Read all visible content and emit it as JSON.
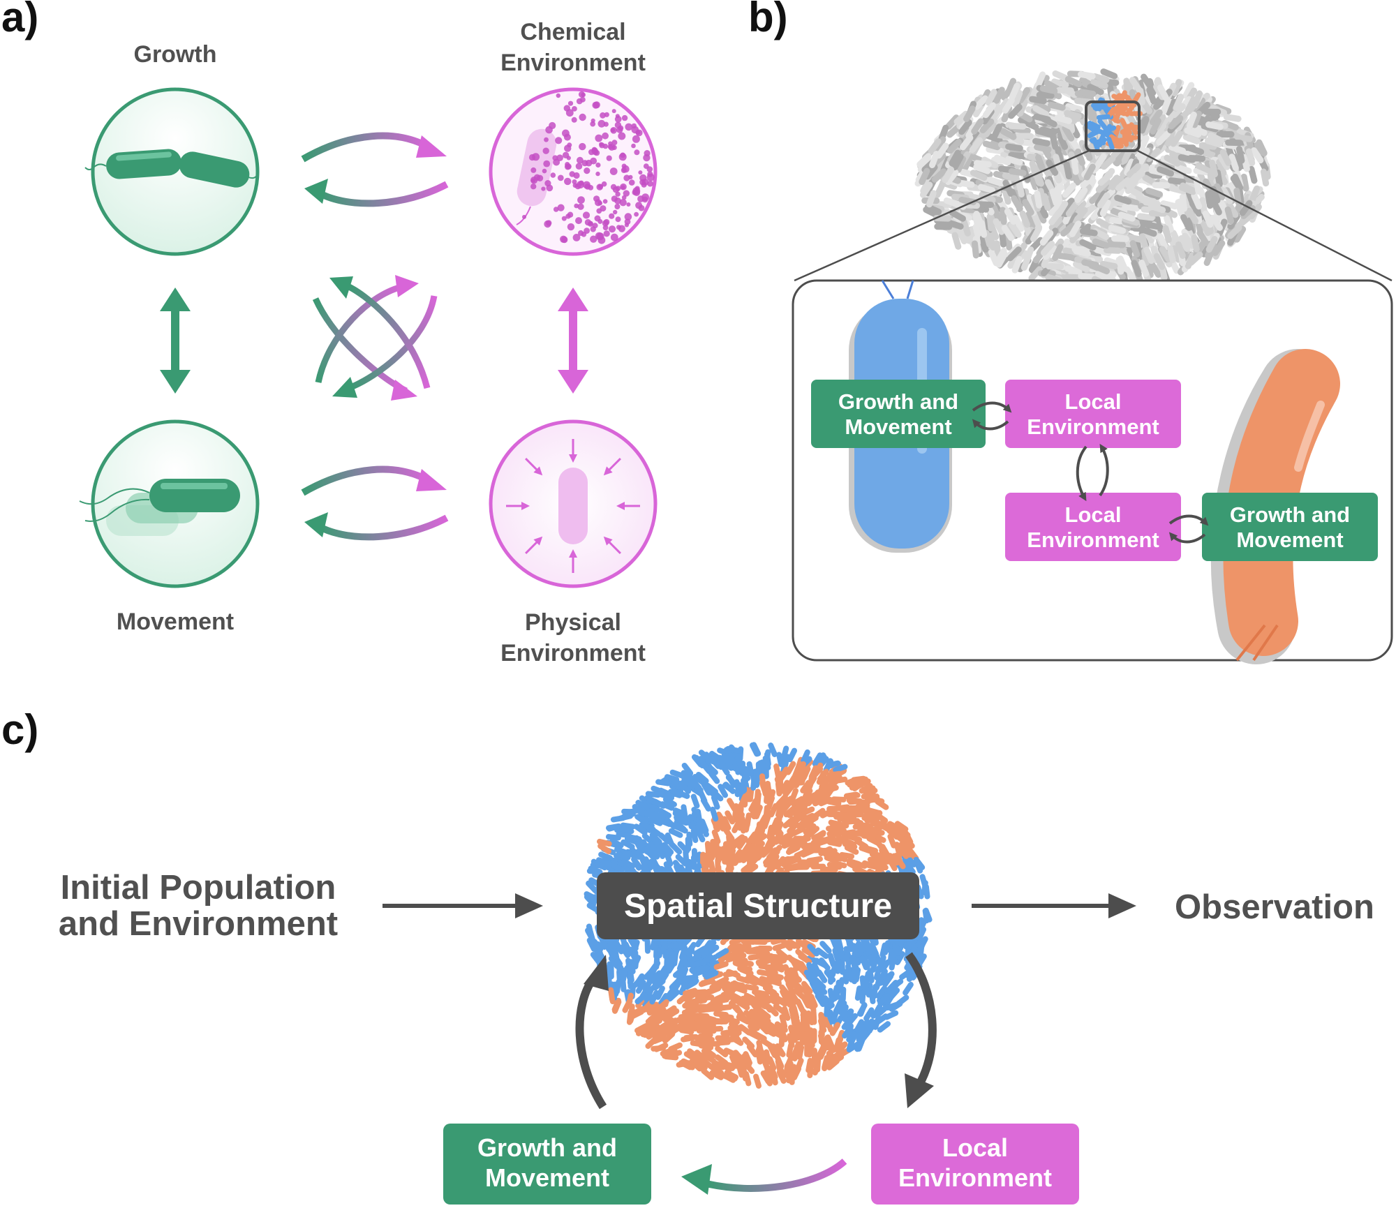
{
  "colors": {
    "green": "#3a9a72",
    "green_fill": "#e6f6ef",
    "magenta": "#d865d8",
    "magenta_fill": "#fbeafb",
    "dark": "#4d4d4d",
    "blue_cell": "#5b9fe6",
    "orange_cell": "#ee9468",
    "gray_cell": "#c8c8c8"
  },
  "panel_a": {
    "label": "a)",
    "growth": "Growth",
    "chemical_line1": "Chemical",
    "chemical_line2": "Environment",
    "movement": "Movement",
    "physical_line1": "Physical",
    "physical_line2": "Environment"
  },
  "panel_b": {
    "label": "b)",
    "box1_line1": "Growth and",
    "box1_line2": "Movement",
    "box2_line1": "Local",
    "box2_line2": "Environment",
    "box3_line1": "Local",
    "box3_line2": "Environment",
    "box4_line1": "Growth and",
    "box4_line2": "Movement"
  },
  "panel_c": {
    "label": "c)",
    "initial_line1": "Initial Population",
    "initial_line2": "and Environment",
    "spatial": "Spatial Structure",
    "observation": "Observation",
    "growth_line1": "Growth and",
    "growth_line2": "Movement",
    "local_line1": "Local",
    "local_line2": "Environment"
  }
}
